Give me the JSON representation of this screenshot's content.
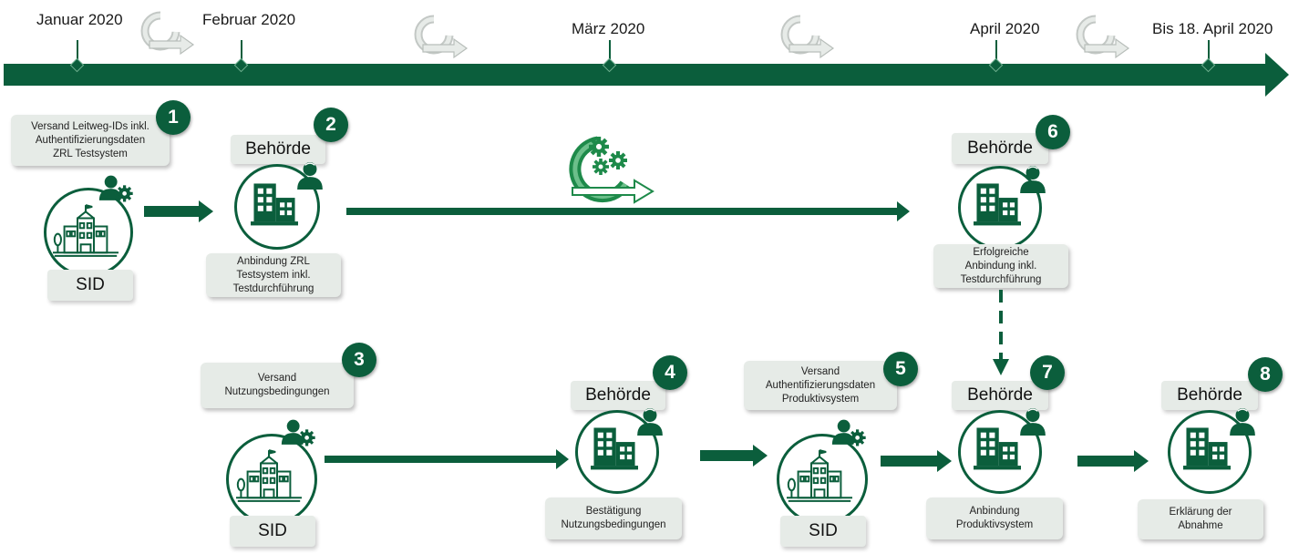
{
  "timeline": {
    "months": [
      "Januar 2020",
      "Februar 2020",
      "März 2020",
      "April 2020",
      "Bis 18. April 2020"
    ]
  },
  "steps": [
    {
      "number": "1",
      "box_lines": [
        "Versand Leitweg-IDs inkl.",
        "Authentifizierungsdaten",
        "ZRL Testsystem"
      ],
      "label": "SID"
    },
    {
      "number": "2",
      "label": "Behörde",
      "box_lines": [
        "Anbindung ZRL",
        "Testsystem inkl.",
        "Testdurchführung"
      ]
    },
    {
      "number": "3",
      "box_lines": [
        "Versand",
        "Nutzungsbedingungen"
      ],
      "label": "SID"
    },
    {
      "number": "4",
      "label": "Behörde",
      "box_lines": [
        "Bestätigung",
        "Nutzungsbedingungen"
      ]
    },
    {
      "number": "5",
      "box_lines": [
        "Versand",
        "Authentifizierungsdaten",
        "Produktivsystem"
      ],
      "label": "SID"
    },
    {
      "number": "6",
      "label": "Behörde",
      "box_lines": [
        "Erfolgreiche",
        "Anbindung inkl.",
        "Testdurchführung"
      ]
    },
    {
      "number": "7",
      "label": "Behörde",
      "box_lines": [
        "Anbindung",
        "Produktivsystem"
      ]
    },
    {
      "number": "8",
      "label": "Behörde",
      "box_lines": [
        "Erklärung der",
        "Abnahme"
      ]
    }
  ],
  "colors": {
    "primary": "#0b5e3c",
    "box": "#e6ebe7",
    "accent": "#1e8a4a"
  },
  "icons": [
    "cycle-arrow-icon",
    "gear-cycle-icon",
    "school-building-icon",
    "office-building-icon",
    "user-icon",
    "user-gear-icon"
  ]
}
